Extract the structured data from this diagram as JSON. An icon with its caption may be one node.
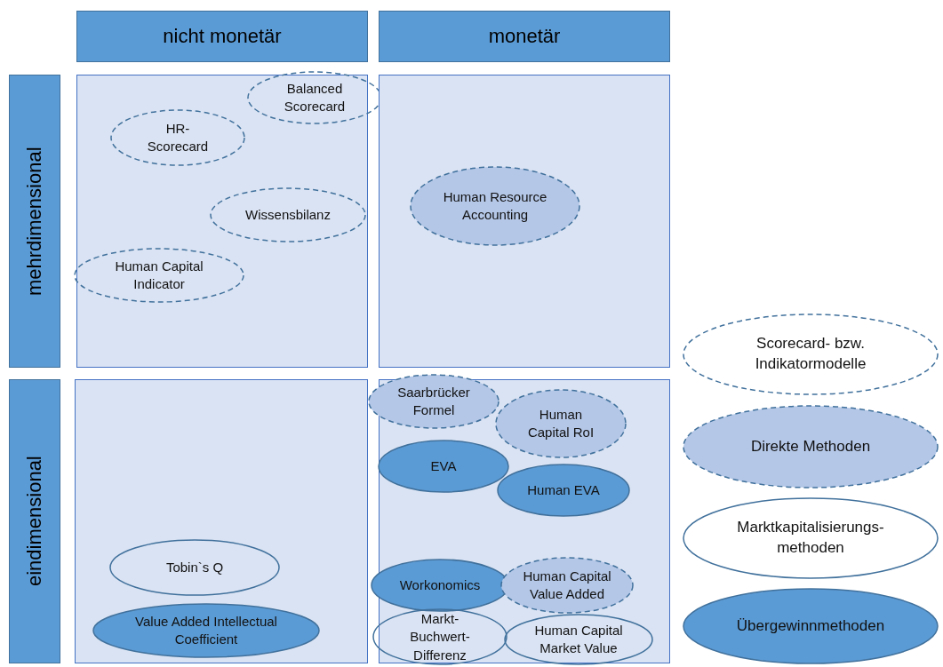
{
  "diagram": {
    "nodes": [
      {
        "text": [
          "nicht monetär"
        ]
      },
      {
        "text": [
          "monetär"
        ]
      },
      {
        "text": [
          "mehrdimensional"
        ]
      },
      {
        "text": [
          "eindimensional"
        ]
      },
      {
        "text": [],
        "shape": "box"
      },
      {
        "text": [
          "Balanced Scorecard"
        ]
      },
      {
        "text": [
          "HR-Scorecard"
        ],
        "in": 4
      },
      {
        "text": [
          "Wissensbilanz"
        ],
        "in": 4
      },
      {
        "text": [
          "Human Capital Indicator"
        ],
        "in": 4
      },
      {
        "text": [],
        "shape": "box"
      },
      {
        "text": [
          "Human Resource Accounting"
        ],
        "in": 9
      },
      {
        "text": [],
        "shape": "box"
      },
      {
        "text": [
          "Tobin`s Q"
        ],
        "in": 11
      },
      {
        "text": [
          "Value Added Intellectual Coefficient"
        ],
        "in": 11
      },
      {
        "text": [],
        "shape": "box"
      },
      {
        "text": [
          "Saarbrücker Formel"
        ]
      },
      {
        "text": [
          "Human Capital RoI"
        ],
        "in": 14
      },
      {
        "text": [
          "EVA"
        ],
        "in": 14
      },
      {
        "text": [
          "Human EVA"
        ],
        "in": 14
      },
      {
        "text": [
          "Workonomics"
        ],
        "in": 14
      },
      {
        "text": [
          "Human Capital Value Added"
        ],
        "in": 14
      },
      {
        "text": [
          "Markt-Buchwert-Differenz"
        ],
        "in": 14
      },
      {
        "text": [
          "Human Capital Market Value"
        ],
        "in": 14
      },
      {
        "text": [
          "Scorecard- bzw. Indikatormodelle"
        ]
      },
      {
        "text": [
          "Direkte Methoden"
        ]
      },
      {
        "text": [
          "Marktkapitalisierungs-methoden"
        ]
      },
      {
        "text": [
          "Übergewinnmethoden"
        ]
      }
    ]
  }
}
